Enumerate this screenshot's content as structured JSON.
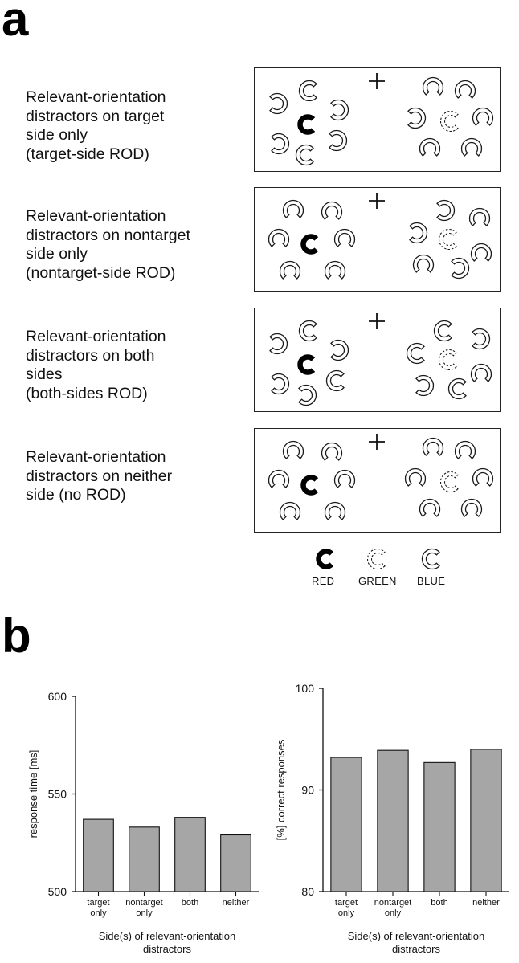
{
  "panel_a": {
    "letter": "a",
    "conditions": [
      {
        "lines": [
          "Relevant-orientation",
          "distractors on target",
          "side only",
          "(target-side ROD)"
        ]
      },
      {
        "lines": [
          "Relevant-orientation",
          "distractors on nontarget",
          "side only",
          "(nontarget-side ROD)"
        ]
      },
      {
        "lines": [
          "Relevant-orientation",
          "distractors on both",
          "sides",
          "(both-sides ROD)"
        ]
      },
      {
        "lines": [
          "Relevant-orientation",
          "distractors on neither",
          "side (no ROD)"
        ]
      }
    ],
    "fixation_symbol": "+",
    "legend": [
      {
        "label": "RED",
        "style": "solid-black"
      },
      {
        "label": "GREEN",
        "style": "dashed"
      },
      {
        "label": "BLUE",
        "style": "outline"
      }
    ]
  },
  "panel_b": {
    "letter": "b"
  },
  "colors": {
    "bar_fill": "#a6a6a6",
    "stroke": "#1a1a1a",
    "target": "#000000"
  },
  "chart_data": [
    {
      "type": "bar",
      "categories": [
        "target only",
        "nontarget only",
        "both",
        "neither"
      ],
      "values": [
        537,
        533,
        538,
        529
      ],
      "title": "",
      "xlabel": "Side(s) of relevant-orientation distractors",
      "ylabel": "response time [ms]",
      "ylim": [
        500,
        600
      ],
      "yticks": [
        500,
        550,
        600
      ],
      "grid": false
    },
    {
      "type": "bar",
      "categories": [
        "target only",
        "nontarget only",
        "both",
        "neither"
      ],
      "values": [
        93.2,
        93.9,
        92.7,
        94.0
      ],
      "title": "",
      "xlabel": "Side(s) of relevant-orientation distractors",
      "ylabel": "[%] correct responses",
      "ylim": [
        80,
        100
      ],
      "yticks": [
        80,
        90,
        100
      ],
      "grid": false
    }
  ]
}
